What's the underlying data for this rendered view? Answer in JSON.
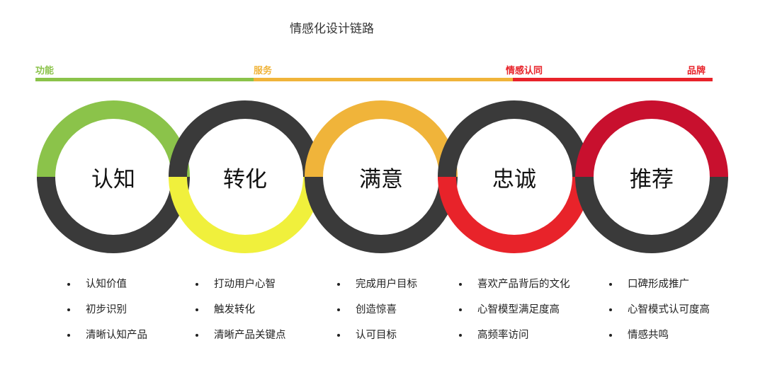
{
  "title": "情感化设计链路",
  "stages": [
    {
      "label": "功能",
      "color": "#8bc34a"
    },
    {
      "label": "服务",
      "color": "#f0b43a"
    },
    {
      "label": "情感认同",
      "color": "#e8232a"
    },
    {
      "label": "品牌",
      "color": "#e8232a"
    }
  ],
  "progress_bar": {
    "segments": [
      {
        "color": "#8bc34a"
      },
      {
        "color": "#f0b43a"
      },
      {
        "color": "#e8232a"
      }
    ]
  },
  "rings": [
    {
      "label": "认知",
      "top_color": "#8bc34a",
      "bottom_color": "#3a3a3a"
    },
    {
      "label": "转化",
      "top_color": "#3a3a3a",
      "bottom_color": "#f0f03c"
    },
    {
      "label": "满意",
      "top_color": "#f0b43a",
      "bottom_color": "#3a3a3a"
    },
    {
      "label": "忠诚",
      "top_color": "#3a3a3a",
      "bottom_color": "#e8232a"
    },
    {
      "label": "推荐",
      "top_color": "#c8102e",
      "bottom_color": "#3a3a3a"
    }
  ],
  "columns": [
    {
      "items": [
        "认知价值",
        "初步识别",
        "清晰认知产品"
      ]
    },
    {
      "items": [
        "打动用户心智",
        "触发转化",
        "清晰产品关键点"
      ]
    },
    {
      "items": [
        "完成用户目标",
        "创造惊喜",
        "认可目标"
      ]
    },
    {
      "items": [
        "喜欢产品背后的文化",
        "心智模型满足度高",
        "高频率访问"
      ]
    },
    {
      "items": [
        "口碑形成推广",
        "心智模式认可度高",
        "情感共鸣"
      ]
    }
  ]
}
